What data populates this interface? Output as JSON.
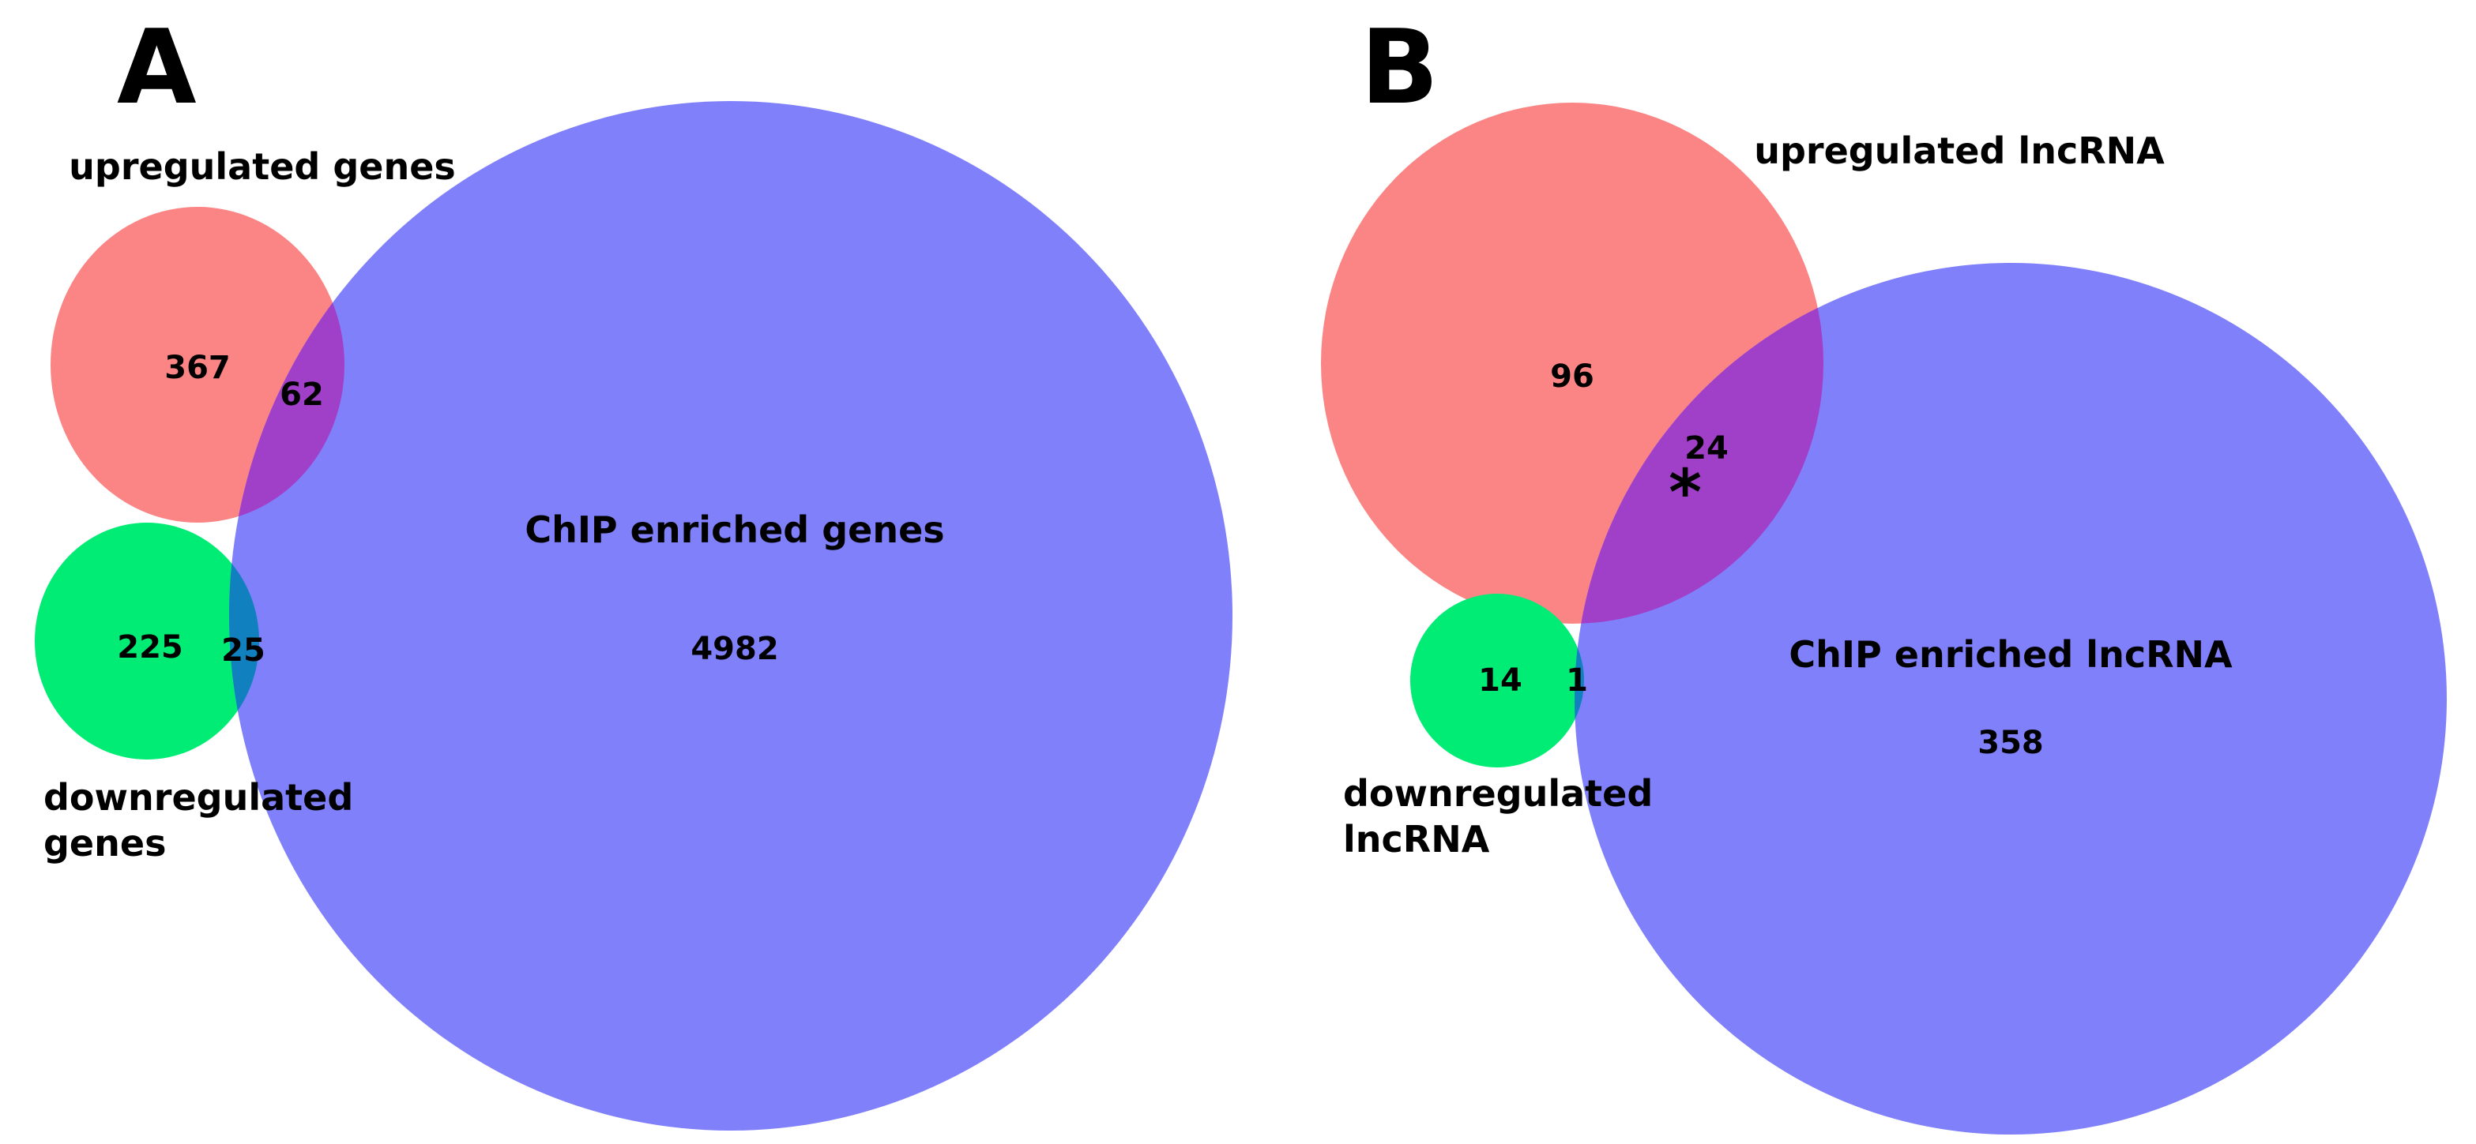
{
  "colors": {
    "red": "#FB8585",
    "green": "#00EC74",
    "blue": "#8080FB",
    "purple": "#A040C8",
    "teal": "#1180BE",
    "text": "#000000",
    "background": "#ffffff"
  },
  "a": {
    "panel_label": "A",
    "up_label": "upregulated genes",
    "down_label_line1": "downregulated",
    "down_label_line2": "genes",
    "chip_label": "ChIP enriched genes",
    "up_only": "367",
    "up_chip": "62",
    "down_only": "225",
    "down_chip": "25",
    "chip_only": "4982"
  },
  "b": {
    "panel_label": "B",
    "up_label": "upregulated lncRNA",
    "down_label_line1": "downregulated",
    "down_label_line2": "lncRNA",
    "chip_label": "ChIP enriched lncRNA",
    "up_only": "96",
    "up_chip": "24",
    "up_chip_mark": "*",
    "down_only": "14",
    "down_chip": "1",
    "chip_only": "358"
  },
  "chart_data": [
    {
      "type": "venn",
      "title": "A",
      "sets": [
        {
          "label": "upregulated genes",
          "unique": 367,
          "color": "#FB8585"
        },
        {
          "label": "downregulated genes",
          "unique": 225,
          "color": "#00EC74"
        },
        {
          "label": "ChIP enriched genes",
          "unique": 4982,
          "color": "#8080FB"
        }
      ],
      "intersections": [
        {
          "sets": [
            "upregulated genes",
            "ChIP enriched genes"
          ],
          "value": 62,
          "color": "#A040C8"
        },
        {
          "sets": [
            "downregulated genes",
            "ChIP enriched genes"
          ],
          "value": 25,
          "color": "#1180BE"
        },
        {
          "sets": [
            "upregulated genes",
            "downregulated genes"
          ],
          "value": 0
        }
      ],
      "legend_position": "none",
      "grid": false
    },
    {
      "type": "venn",
      "title": "B",
      "sets": [
        {
          "label": "upregulated lncRNA",
          "unique": 96,
          "color": "#FB8585"
        },
        {
          "label": "downregulated lncRNA",
          "unique": 14,
          "color": "#00EC74"
        },
        {
          "label": "ChIP enriched lncRNA",
          "unique": 358,
          "color": "#8080FB"
        }
      ],
      "intersections": [
        {
          "sets": [
            "upregulated lncRNA",
            "ChIP enriched lncRNA"
          ],
          "value": 24,
          "annotation": "*",
          "color": "#A040C8"
        },
        {
          "sets": [
            "downregulated lncRNA",
            "ChIP enriched lncRNA"
          ],
          "value": 1,
          "color": "#1180BE"
        },
        {
          "sets": [
            "upregulated lncRNA",
            "downregulated lncRNA"
          ],
          "value": 0
        }
      ],
      "legend_position": "none",
      "grid": false
    }
  ]
}
